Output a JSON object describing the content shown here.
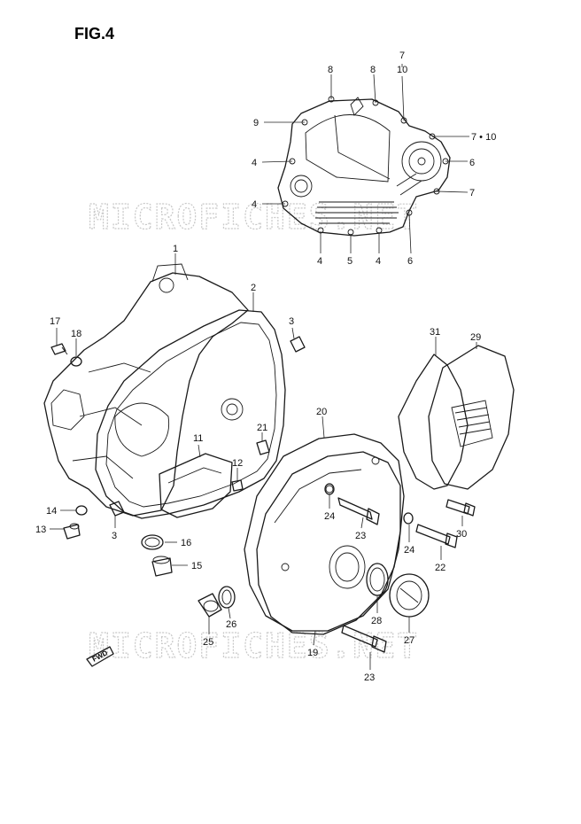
{
  "figure": {
    "title": "FIG.4"
  },
  "watermarks": [
    "MICROFICHES.NET",
    "MICROFICHES.NET"
  ],
  "fwd_label": "FWD",
  "callouts": [
    {
      "label": "7"
    },
    {
      "label": "10"
    },
    {
      "label": "8"
    },
    {
      "label": "8"
    },
    {
      "label": "9"
    },
    {
      "label": "7 • 10"
    },
    {
      "label": "4"
    },
    {
      "label": "6"
    },
    {
      "label": "4"
    },
    {
      "label": "7"
    },
    {
      "label": "4"
    },
    {
      "label": "5"
    },
    {
      "label": "4"
    },
    {
      "label": "6"
    },
    {
      "label": "1"
    },
    {
      "label": "2"
    },
    {
      "label": "3"
    },
    {
      "label": "17"
    },
    {
      "label": "18"
    },
    {
      "label": "31"
    },
    {
      "label": "29"
    },
    {
      "label": "20"
    },
    {
      "label": "11"
    },
    {
      "label": "21"
    },
    {
      "label": "12"
    },
    {
      "label": "14"
    },
    {
      "label": "13"
    },
    {
      "label": "3"
    },
    {
      "label": "16"
    },
    {
      "label": "15"
    },
    {
      "label": "24"
    },
    {
      "label": "23"
    },
    {
      "label": "24"
    },
    {
      "label": "30"
    },
    {
      "label": "22"
    },
    {
      "label": "25"
    },
    {
      "label": "26"
    },
    {
      "label": "28"
    },
    {
      "label": "27"
    },
    {
      "label": "19"
    },
    {
      "label": "23"
    }
  ]
}
